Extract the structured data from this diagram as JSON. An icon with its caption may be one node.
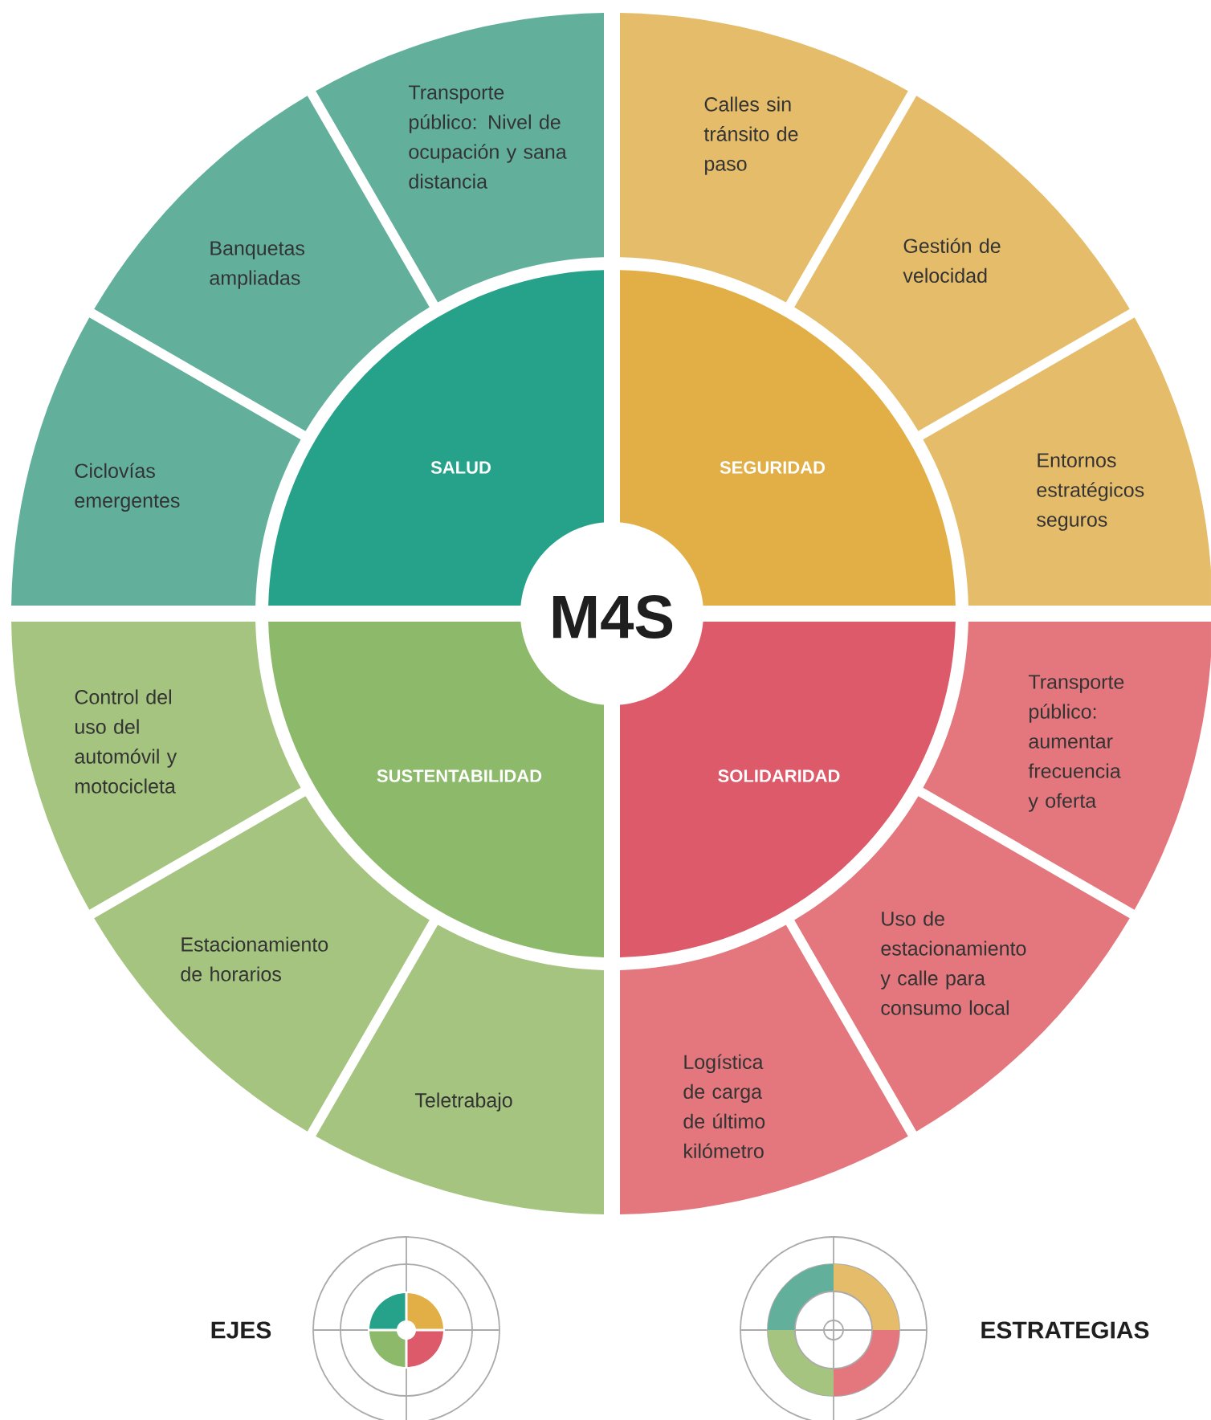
{
  "diagram": {
    "nodes": [
      {
        "text": [
          "Transporte público: Nivel de ocupación y sana distancia"
        ]
      },
      {
        "text": [
          "Banquetas ampliadas"
        ]
      },
      {
        "text": [
          "Ciclovías emergentes"
        ]
      },
      {
        "text": [
          "SALUD"
        ]
      },
      {
        "text": [
          "Calles sin tránsito de paso"
        ]
      },
      {
        "text": [
          "Gestión de velocidad"
        ]
      },
      {
        "text": [
          "Entornos estratégicos seguros"
        ]
      },
      {
        "text": [
          "SEGURIDAD"
        ]
      },
      {
        "text": [
          "M4S"
        ]
      },
      {
        "text": [
          "SUSTENTABILIDAD"
        ]
      },
      {
        "text": [
          "Control del uso del automóvil y motocicleta"
        ]
      },
      {
        "text": [
          "Estacionamiento de horarios"
        ]
      },
      {
        "text": [
          "Teletrabajo"
        ]
      },
      {
        "text": [
          "SOLIDARIDAD"
        ]
      },
      {
        "text": [
          "Transporte público: aumentar frecuencia y oferta"
        ]
      },
      {
        "text": [
          "Uso de estacionamiento y calle para consumo local"
        ]
      },
      {
        "text": [
          "Logística de carga de último kilómetro"
        ]
      }
    ],
    "labels": [
      "EJES",
      "ESTRATEGIAS"
    ]
  }
}
